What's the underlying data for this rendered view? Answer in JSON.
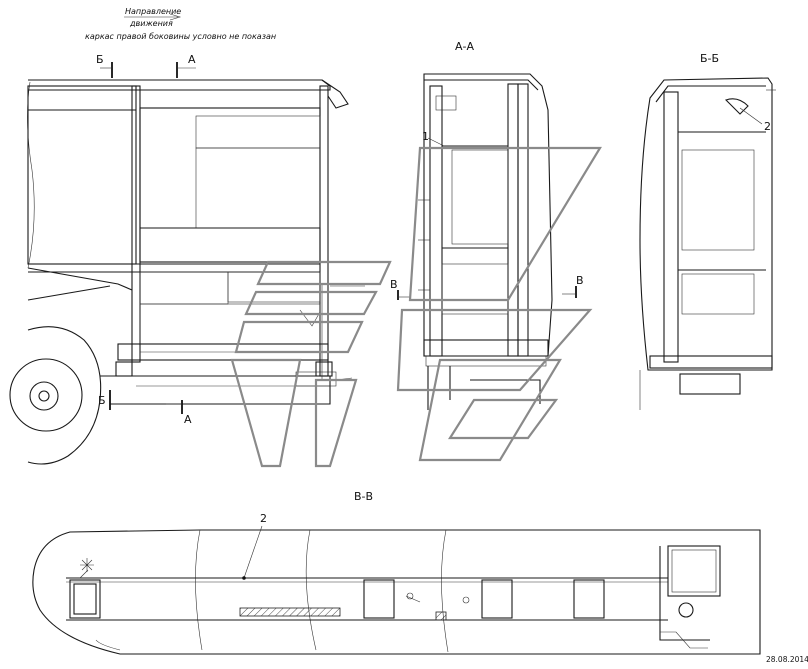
{
  "notes": {
    "direction_line1": "Направление",
    "direction_line2": "движения",
    "frame_note": "каркас правой боковины условно не показан"
  },
  "sections": {
    "aa": "А-А",
    "bb": "Б-Б",
    "vv": "В-В"
  },
  "cut_marks": {
    "b_top": "Б",
    "a_top": "А",
    "b_bottom": "Б",
    "a_bottom": "А",
    "v_left": "В",
    "v_right": "В"
  },
  "callouts": {
    "aa_1": "1",
    "bb_2": "2",
    "vv_2": "2"
  },
  "date": "28.08.2014"
}
